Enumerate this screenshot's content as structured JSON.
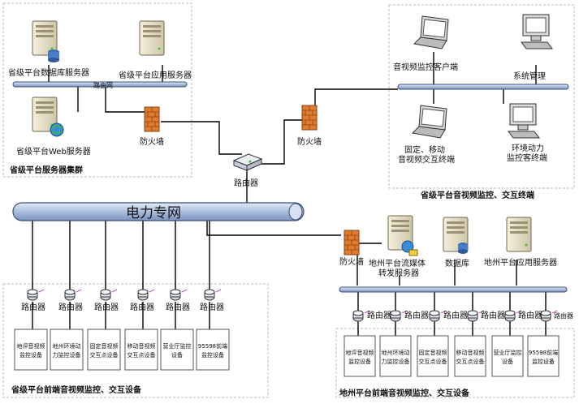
{
  "zones": {
    "provincial_server_cluster": "省级平台服务器集群",
    "provincial_terminals": "省级平台音视频监控、交互终端",
    "provincial_frontend": "省级平台前端音视频监控、交互设备",
    "prefecture_frontend": "地州平台前端音视频监控、交互设备"
  },
  "network": {
    "backbone": "电力专网"
  },
  "servers": {
    "db": "省级平台数据库服务器",
    "app": "省级平台应用服务器",
    "web": "省级平台Web服务器",
    "media": "地州平台流媒体\n转发服务器",
    "pref_db": "数据库",
    "pref_app": "地州平台应用服务器"
  },
  "terminals": {
    "av_client": "音视频监控客户端",
    "sysadmin": "系统管理",
    "fixed_mobile": "固定、移动\n音视频交互终端",
    "env_power": "环境动力\n监控客终端"
  },
  "devices": {
    "firewall": "防火墙",
    "router": "路由器",
    "hub_label": "路由网"
  },
  "provincial_equipment": [
    "地评音视频\n监控设备",
    "地州环境动\n力监控设备",
    "固定音视频\n交互点设备",
    "移动音视频\n交互点设备",
    "营业厅监控\n设备",
    "95598前端\n监控设备"
  ],
  "prefecture_equipment": [
    "地评音视频\n监控设备",
    "地州环境动\n力监控设备",
    "固定音视频\n交互点设备",
    "移动音视频\n交互点设备",
    "营业厅监控\n设备",
    "95598前端\n监控设备"
  ],
  "colors": {
    "bus_fill": "#b8c8e2",
    "bus_stroke": "#3a4f7a",
    "firewall": "#e07a2e",
    "server": "#e8e0c8",
    "box_border": "#555555"
  }
}
